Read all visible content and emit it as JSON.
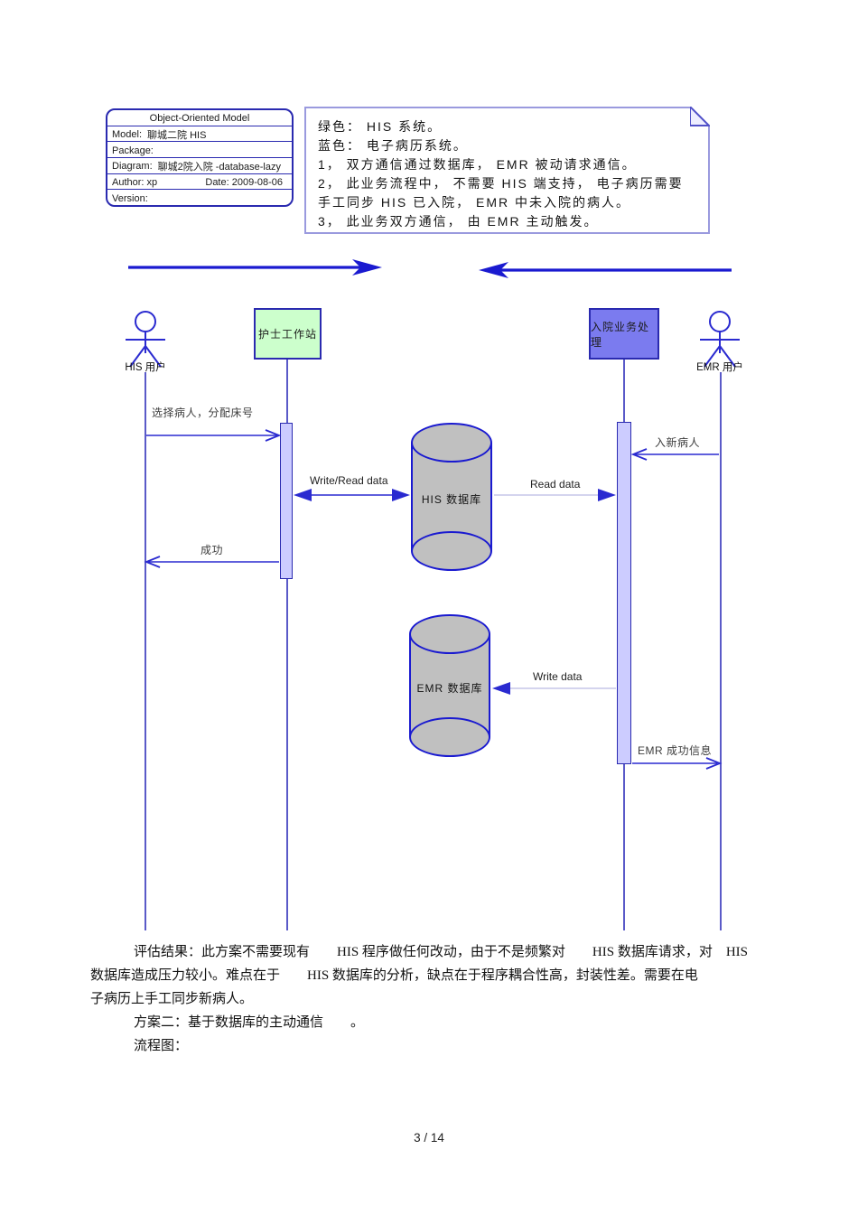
{
  "model_box": {
    "title": "Object-Oriented Model",
    "model_label": "Model:",
    "model_value": "聊城二院  HIS",
    "package_label": "Package:",
    "diagram_label": "Diagram:",
    "diagram_value": "聊城2院入院 -database-lazy",
    "author": "Author: xp",
    "date": "Date: 2009-08-06",
    "version_label": "Version:"
  },
  "note": {
    "lines": [
      "绿色： HIS 系统。",
      "蓝色： 电子病历系统。",
      "1， 双方通信通过数据库， EMR 被动请求通信。",
      "2， 此业务流程中， 不需要 HIS 端支持， 电子病历需要",
      "手工同步 HIS 已入院， EMR 中未入院的病人。",
      "3， 此业务双方通信， 由 EMR 主动触发。"
    ]
  },
  "diagram": {
    "actors": {
      "his_user": "HIS 用户",
      "emr_user": "EMR 用户"
    },
    "objects": {
      "nurse_station": "护士工作站",
      "admission_process": "入院业务处理"
    },
    "databases": {
      "his_db": "HIS 数据库",
      "emr_db": "EMR 数据库"
    },
    "messages": {
      "select_patient": "选择病人，分配床号",
      "write_read_data": "Write/Read data",
      "read_data": "Read data",
      "new_patient": "入新病人",
      "success": "成功",
      "write_data": "Write data",
      "emr_success": "EMR 成功信息"
    }
  },
  "body_text": {
    "para1_line1": "评估结果：此方案不需要现有　　HIS 程序做任何改动，由于不是频繁对　　HIS 数据库请求，对　HIS",
    "para1_line2": "数据库造成压力较小。难点在于　　HIS 数据库的分析，缺点在于程序耦合性高，封装性差。需要在电",
    "para1_line3": "子病历上手工同步新病人。",
    "para2": "方案二：基于数据库的主动通信　　。",
    "para3": "流程图："
  },
  "footer": {
    "page": "3 / 14"
  },
  "colors": {
    "line_blue": "#1a1ad0",
    "border_blue": "#2a2ab0",
    "green_fill": "#ccffcc",
    "blue_fill": "#7b7bef",
    "bar_fill": "#ccccff",
    "cyl_fill": "#c0c0c0",
    "head_yellow": "#ffffcc",
    "head_blue": "#6666e0",
    "note_border": "#9a9ade"
  }
}
